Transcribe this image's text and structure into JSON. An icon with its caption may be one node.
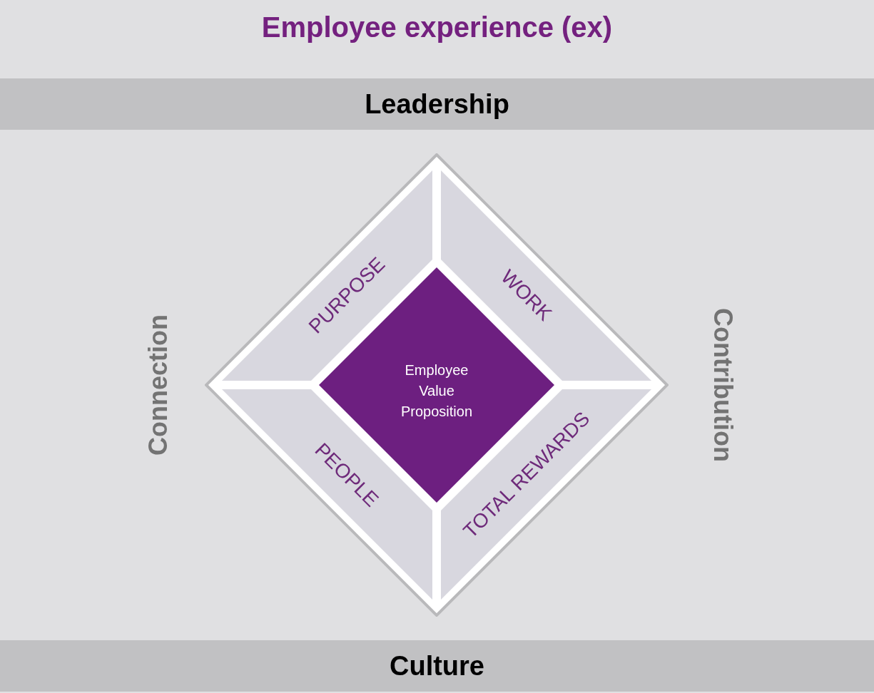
{
  "diagram": {
    "title": "Employee experience (ex)",
    "nodes": [
      {
        "text": [
          "Leadership"
        ]
      },
      {
        "text": [],
        "shape": "diamond"
      },
      {
        "text": [
          "PURPOSE"
        ],
        "in": 1
      },
      {
        "text": [
          "WORK"
        ],
        "in": 1
      },
      {
        "text": [
          "PEOPLE"
        ],
        "in": 1
      },
      {
        "text": [
          "TOTAL REWARDS"
        ],
        "in": 1
      },
      {
        "text": [
          "Employee Value Proposition"
        ],
        "in": 1
      },
      {
        "text": [
          "Culture"
        ]
      }
    ],
    "labels": [
      "Connection",
      "Contribution"
    ]
  }
}
